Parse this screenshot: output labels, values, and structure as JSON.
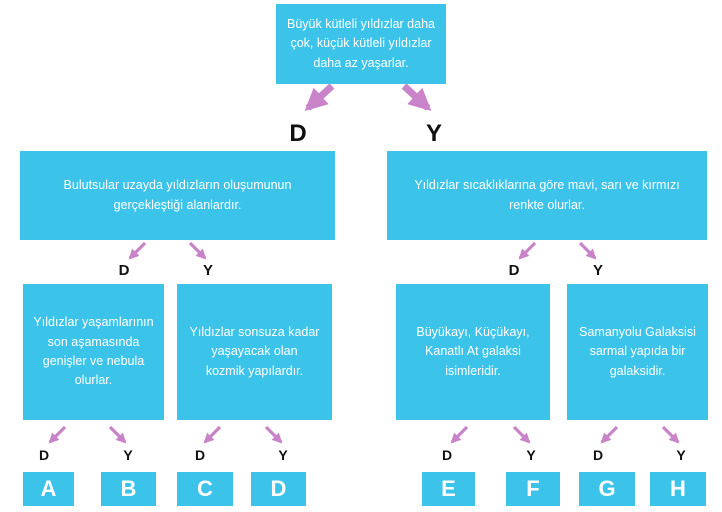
{
  "root": {
    "text": "Büyük kütleli yıldızlar daha\nçok, küçük kütleli yıldızlar\ndaha az yaşarlar."
  },
  "level1": {
    "left": {
      "text": "Bulutsular uzayda yıldızların oluşumunun\ngerçekleştiği alanlardır."
    },
    "right": {
      "text": "Yıldızlar sıcaklıklarına göre mavi, sarı ve kırmızı\nrenkte olurlar."
    }
  },
  "level2": {
    "b1": {
      "text": "Yıldızlar yaşamlarının\nson aşamasında\ngenişler ve nebula\nolurlar."
    },
    "b2": {
      "text": "Yıldızlar sonsuza kadar\nyaşayacak olan\nkozmik yapılardır."
    },
    "b3": {
      "text": "Büyükayı, Küçükayı,\nKanatlı At galaksi\nisimleridir."
    },
    "b4": {
      "text": "Samanyolu Galaksisi\nsarmal yapıda bir\ngalaksidir."
    }
  },
  "labels": {
    "true": "D",
    "false": "Y"
  },
  "outcomes": [
    "A",
    "B",
    "C",
    "D",
    "E",
    "F",
    "G",
    "H"
  ],
  "colors": {
    "box": "#3cc3ea",
    "arrow": "#c983c9",
    "text": "#ffffff"
  }
}
